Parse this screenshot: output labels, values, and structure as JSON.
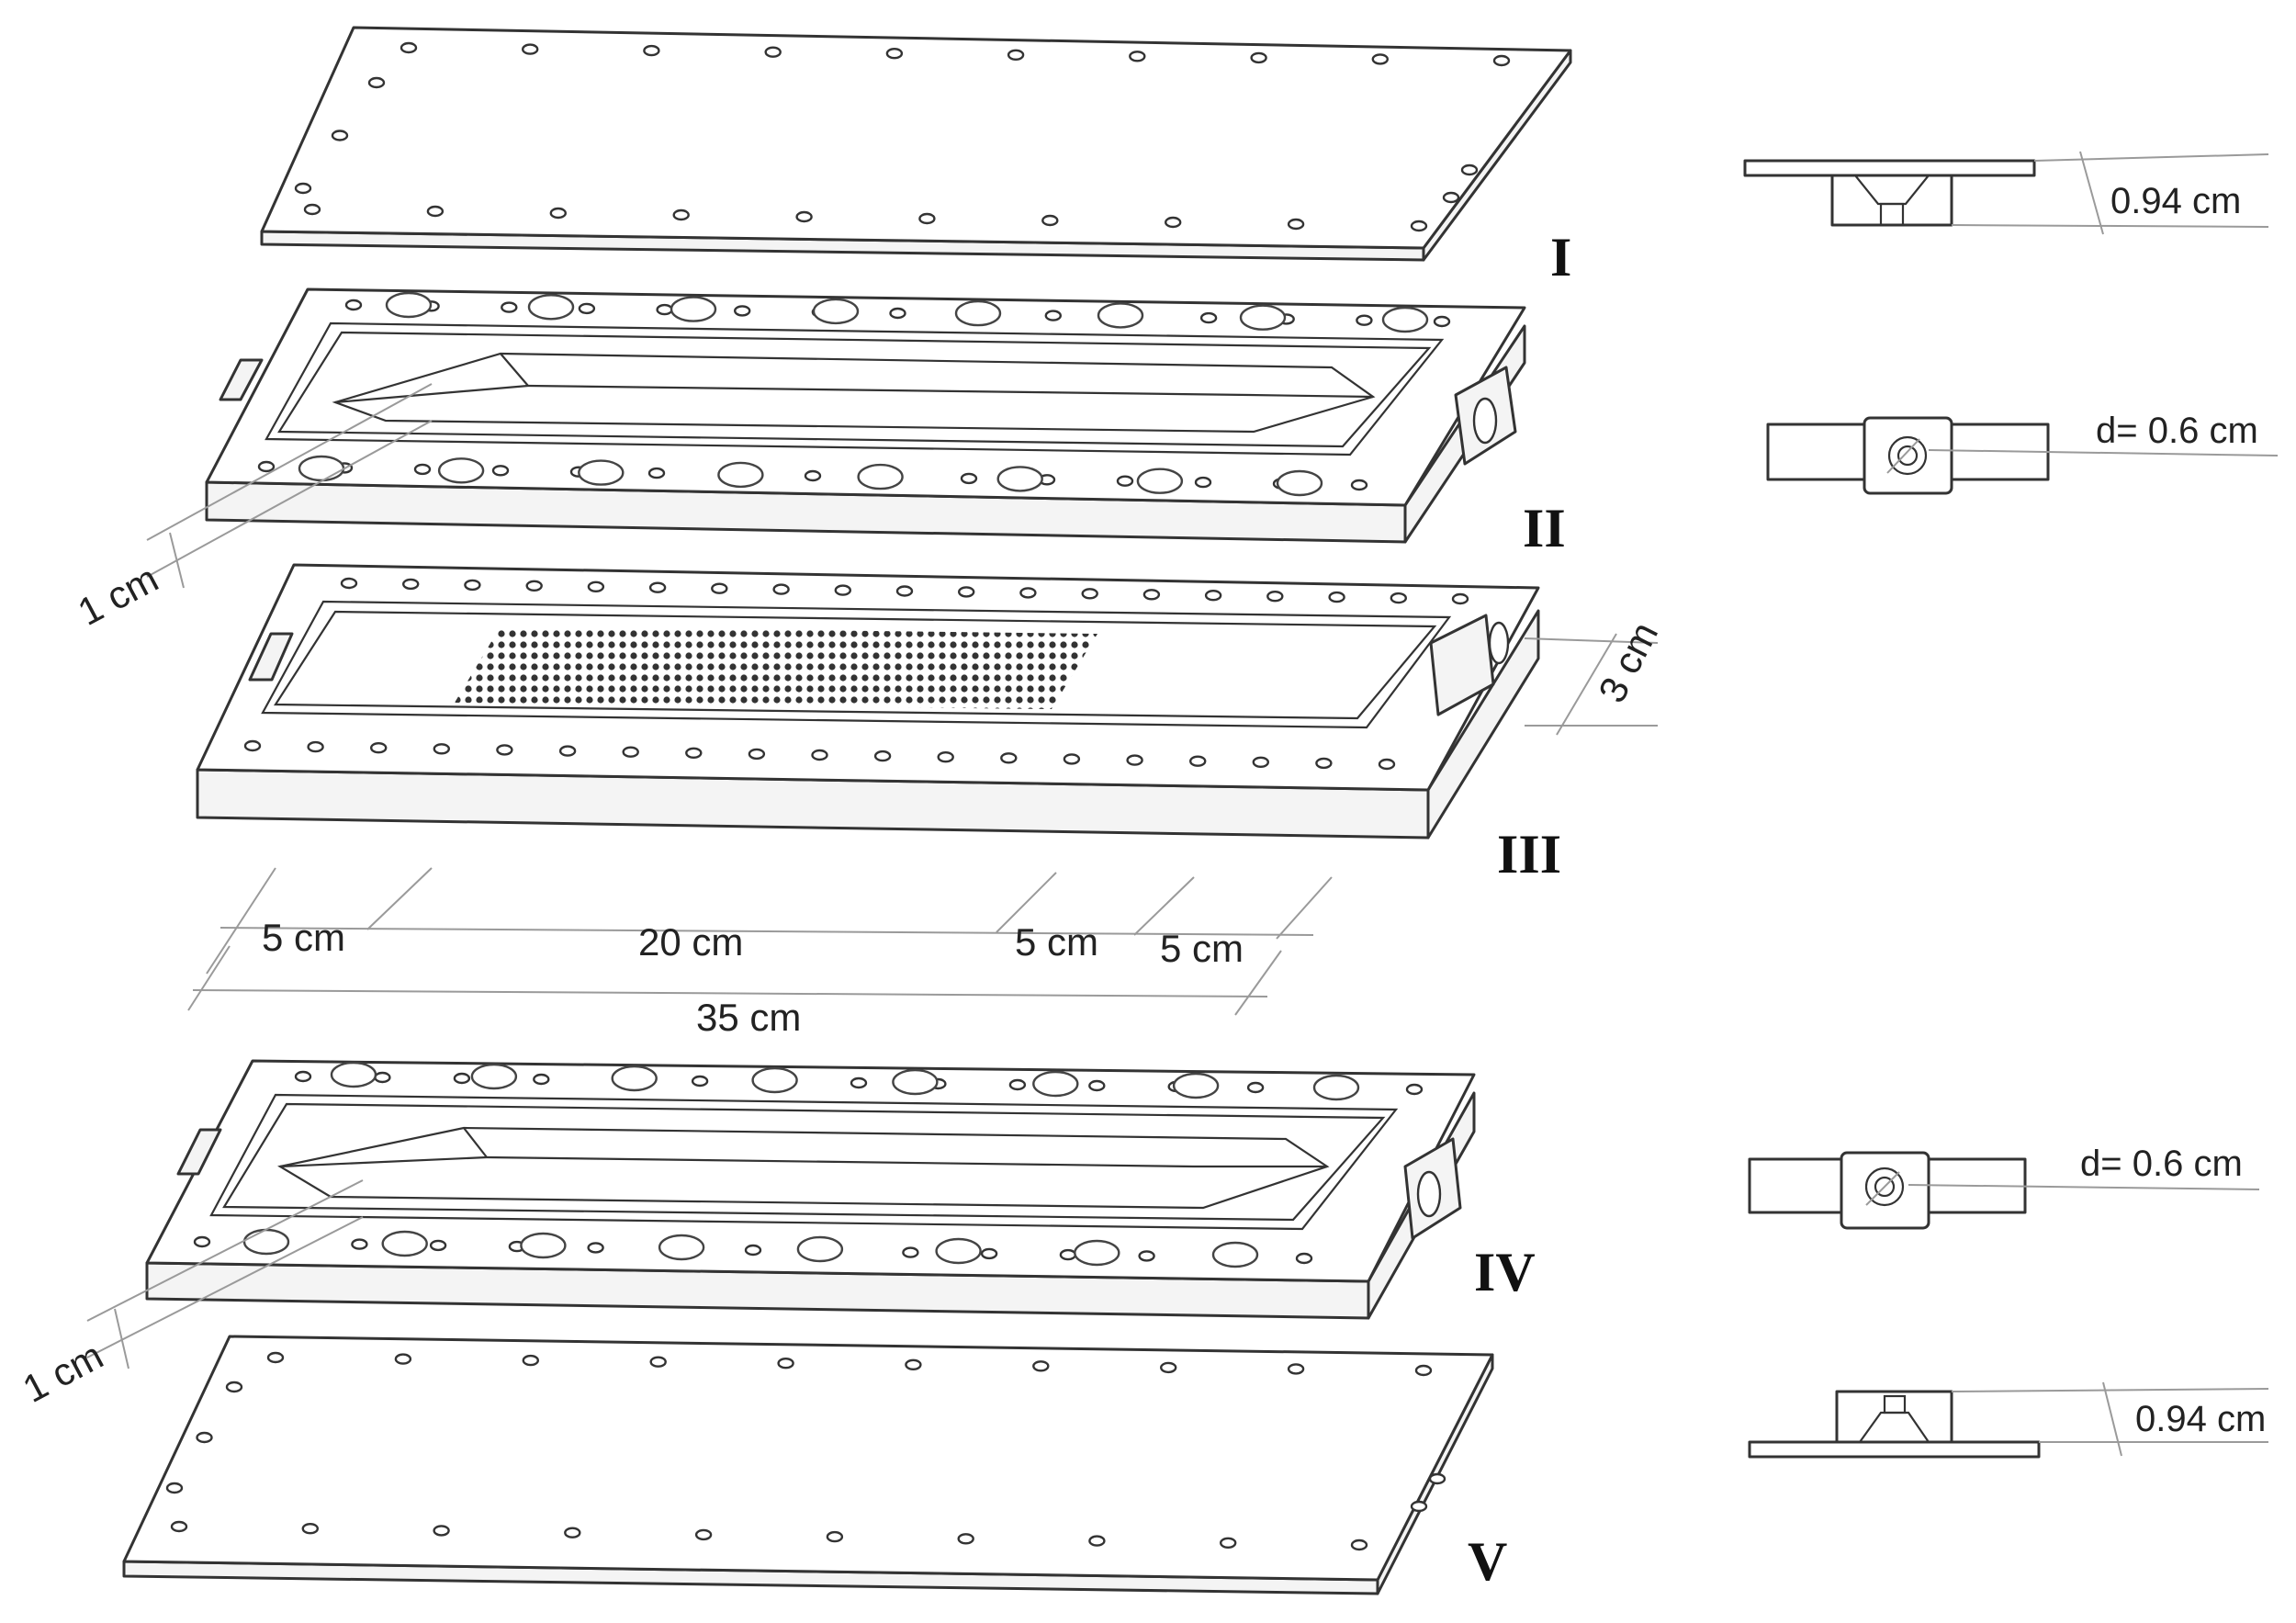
{
  "layers": [
    {
      "id": "I",
      "label": "I"
    },
    {
      "id": "II",
      "label": "II"
    },
    {
      "id": "III",
      "label": "III"
    },
    {
      "id": "IV",
      "label": "IV"
    },
    {
      "id": "V",
      "label": "V"
    }
  ],
  "dimensions": {
    "thickness_II": "1 cm",
    "thickness_IV": "1 cm",
    "width_III": "3 cm",
    "seg_1": "5 cm",
    "seg_2": "20 cm",
    "seg_3": "5 cm",
    "seg_4": "5 cm",
    "total_length": "35 cm"
  },
  "side_views": {
    "top_plate_thickness": "0.94 cm",
    "top_port_diameter": "d= 0.6 cm",
    "bottom_port_diameter": "d= 0.6 cm",
    "bottom_plate_thickness": "0.94 cm"
  },
  "colors": {
    "line": "#333333",
    "dimension_line": "#9a9a9a",
    "text": "#111111"
  }
}
